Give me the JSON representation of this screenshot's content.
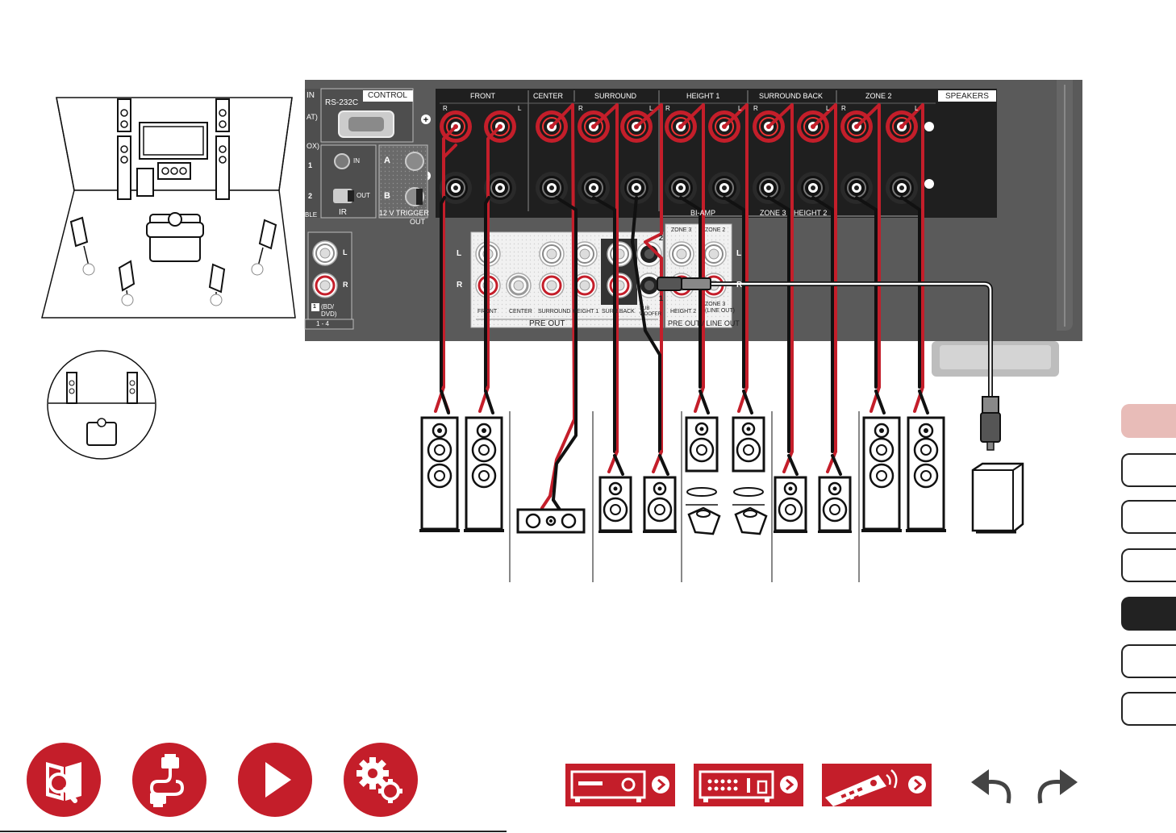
{
  "receiver": {
    "terminal_labels": {
      "in": "IN",
      "rs232c": "RS-232C",
      "control": "CONTROL",
      "ir": "IR",
      "ir_in": "IN",
      "ir_out": "OUT",
      "trigger": "12 V  TRIGGER",
      "trigger_out": "OUT",
      "trigger_a": "A",
      "trigger_b": "B",
      "in_1": "1",
      "in_2": "2",
      "in_sat": "AT)",
      "in_box": "OX)",
      "in_ble": "BLE"
    },
    "speaker_groups": [
      "FRONT",
      "CENTER",
      "SURROUND",
      "HEIGHT 1",
      "SURROUND BACK",
      "ZONE 2"
    ],
    "speakers_title": "SPEAKERS",
    "channel_rl": [
      "R",
      "L",
      "R",
      "L",
      "R",
      "L",
      "R",
      "L",
      "R",
      "L"
    ],
    "biamp_labels": [
      "BI-AMP",
      "ZONE 3",
      "HEIGHT 2"
    ],
    "analog_input": {
      "L": "L",
      "R": "R",
      "num": "1",
      "name": "(BD/\nDVD)",
      "range_label": "1 - 4"
    },
    "pre_out": {
      "L": "L",
      "R": "R",
      "channels": [
        "FRONT",
        "CENTER",
        "SURROUND",
        "HEIGHT 1",
        "SURR BACK",
        "SUB\nWOOFER"
      ],
      "title": "PRE OUT",
      "sub_nums": [
        "2",
        "1"
      ]
    },
    "zone_out": {
      "zone3": "ZONE 3",
      "zone2": "ZONE 2",
      "height2": "HEIGHT 2",
      "zone3_sub": "ZONE 3\n(LINE OUT)",
      "title": "PRE OUT / LINE OUT",
      "L": "L",
      "R": "R"
    }
  },
  "side_tabs": [
    {
      "state": "pink"
    },
    {
      "state": "normal"
    },
    {
      "state": "normal"
    },
    {
      "state": "normal"
    },
    {
      "state": "active"
    },
    {
      "state": "normal"
    },
    {
      "state": "normal"
    }
  ],
  "nav_icons": [
    "manual-search-icon",
    "cable-connection-icon",
    "play-icon",
    "settings-gear-icon"
  ],
  "panel_buttons": [
    "front-panel-icon",
    "rear-panel-icon",
    "remote-control-icon"
  ],
  "colors": {
    "accent": "#c41e2a",
    "receiver": "#5a5a5a",
    "tab_pink": "#e8bcb8",
    "tab_active": "#222222"
  }
}
